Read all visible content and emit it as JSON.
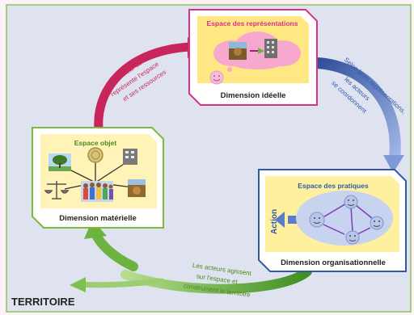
{
  "territory_label": "TERRITOIRE",
  "boxes": {
    "ideelle": {
      "header": "Espace des représentations",
      "footer": "Dimension idéelle"
    },
    "materielle": {
      "header": "Espace objet",
      "footer": "Dimension  matérielle"
    },
    "organisationnelle": {
      "header": "Espace des pratiques",
      "footer": "Dimension  organisationnelle",
      "side_label": "Action"
    }
  },
  "arrow_texts": {
    "top_left": [
      "L'acteur se",
      "représente l'espace",
      "et ses ressources"
    ],
    "top_right": [
      "Selon leurs représentations,",
      "les acteurs",
      "se coordonnent"
    ],
    "bottom": [
      "Les acteurs agissent",
      "sur l'espace et",
      "construisent le territoire"
    ]
  },
  "colors": {
    "ideelle_border": "#d63384",
    "materielle_border": "#7dba3a",
    "organisationnelle_border": "#2f5aa8",
    "arrow_crimson": "#c8265a",
    "arrow_blue": "#4a69b5",
    "arrow_green": "#6db33f",
    "header_bg": "#ffe170",
    "background": "#dfe3ef"
  },
  "icons": [
    "landscape-photo-icon",
    "building-icon",
    "coins-icon",
    "tree-icon",
    "scales-icon",
    "people-group-icon",
    "smiley-face-icon"
  ]
}
